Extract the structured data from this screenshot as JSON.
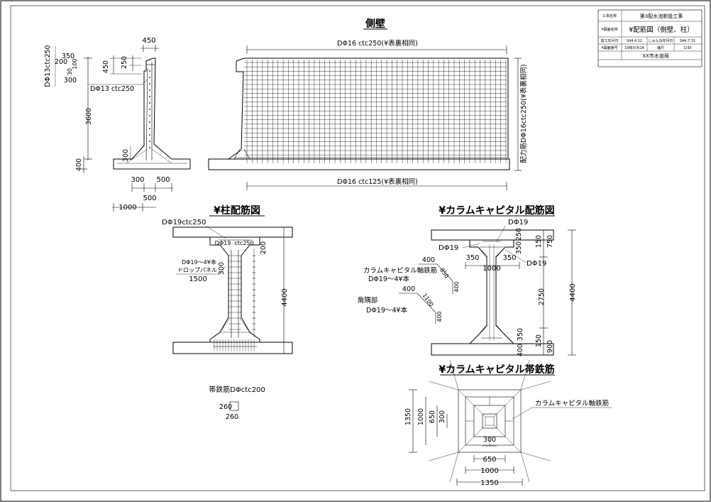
{
  "title_block": {
    "project_label": "工事名称",
    "project_value": "第3配水池新設工事",
    "drawing_label": "¥図面名称",
    "drawing_value": "¥配筋図（側壁、柱）",
    "row3": [
      "竣工年月日",
      "S44.4.12",
      "しゅん功年月日",
      "S44.7.31"
    ],
    "row4": [
      "¥図面番号",
      "19枚の内14",
      "縮尺",
      "1/30"
    ],
    "owner": "XX市水道局"
  },
  "side_wall": {
    "title": "側壁",
    "top_dim": "DΦ16 ctc250(¥表裏相同)",
    "bottom_dim": "DΦ16 ctc125(¥表裏相同)",
    "right_label": "配力筋DΦ16ctc250(¥表裏相同)"
  },
  "section": {
    "d450_top": "450",
    "d350": "350",
    "d200": "200",
    "d300": "300",
    "d100": "100",
    "d30": "30",
    "d450_left": "450",
    "d250": "250",
    "rebar_left_vertical": "DΦ13ctc250",
    "rebar_mid": "DΦ13 ctc250",
    "d3600": "3600",
    "d300_low": "300",
    "d400": "400",
    "b300": "300",
    "b500": "500",
    "b500_2": "500",
    "b1000": "1000"
  },
  "column": {
    "title": "¥柱配筋図",
    "top_rebar": "DΦ19ctc250",
    "inner_rebar_a": "DΦ19",
    "inner_rebar_b": "ctc250",
    "d200": "200",
    "d300": "300",
    "d4400": "4400",
    "note1": "DΦ19～4¥本",
    "note2": "ドロップパネル",
    "d1500": "1500",
    "tie": "帯鉄筋DΦctc200",
    "tie_a": "260",
    "tie_b": "260"
  },
  "capital": {
    "title": "¥カラムキャピタル配筋図",
    "dp19_top": "DΦ19",
    "dp19_left": "DΦ19",
    "dp19_right": "DΦ19",
    "d250": "250",
    "d350": "350",
    "d150": "150",
    "d750": "750",
    "d350_l": "350",
    "d1000": "1000",
    "d350_r": "350",
    "d400_a": "400",
    "d850": "850",
    "d400_b": "400",
    "axial_label": "カラムキャピタル軸鉄筋",
    "axial_rebar": "DΦ19～4¥本",
    "d400_c": "400",
    "d1100": "1100",
    "d400_d": "400",
    "corner_label": "角隅部",
    "corner_rebar": "DΦ19～4¥本",
    "d2750": "2750",
    "d4400": "4400",
    "d350_b": "350",
    "d150_b": "150",
    "d400_e": "400",
    "d900": "900"
  },
  "tie_plan": {
    "title": "¥カラムキャピタル帯鉄筋",
    "axial_label": "カラムキャピタル軸鉄筋",
    "d1350_v": "1350",
    "d1000_v": "1000",
    "d650_v": "650",
    "d300_v": "300",
    "d300_h": "300",
    "d650_h": "650",
    "d1000_h": "1000",
    "d1350_h": "1350"
  }
}
